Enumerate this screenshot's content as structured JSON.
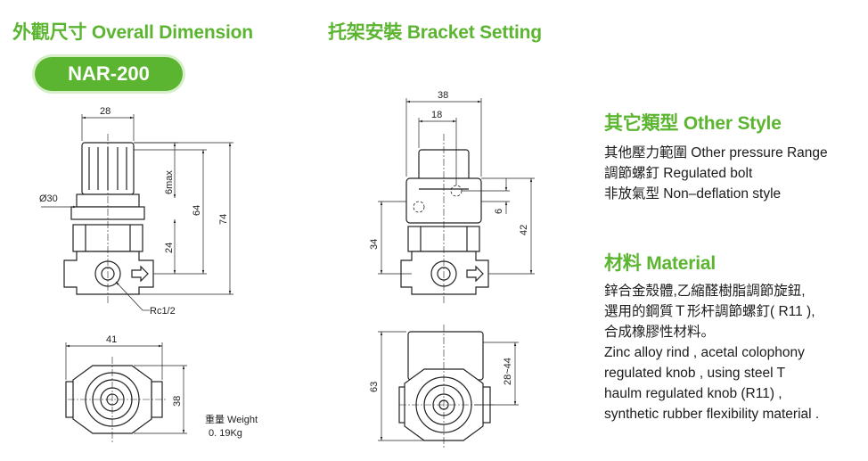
{
  "headings": {
    "overall_dimension": "外觀尺寸 Overall Dimension",
    "bracket_setting": "托架安裝 Bracket Setting",
    "other_style": "其它類型 Other Style",
    "material": "材料 Material"
  },
  "model": "NAR-200",
  "other_style_items": [
    "其他壓力範圍 Other pressure Range",
    "調節螺釘 Regulated bolt",
    "非放氣型 Non–deflation style"
  ],
  "material_lines": [
    "鋅合金殼體,乙縮醛樹脂調節旋鈕,",
    "選用的鋼質Ｔ形杆調節螺釘( R11 ),",
    "合成橡膠性材料。",
    "Zinc alloy rind , acetal colophony",
    "regulated knob , using steel T",
    "haulm regulated knob (R11) ,",
    "synthetic rubber flexibility material ."
  ],
  "front_view_dims": {
    "knob_width": "28",
    "diameter": "Ø30",
    "knob_travel": "6max",
    "height_to_top": "64",
    "overall_height": "74",
    "port_height": "24",
    "port_thread": "Rc1/2"
  },
  "top_view_dims": {
    "width": "41",
    "depth": "38",
    "weight_label": "重量 Weight",
    "weight_value": "0. 19Kg"
  },
  "bracket_front_dims": {
    "bracket_width": "38",
    "inner_width": "18",
    "hole_offset": "6",
    "mount_height": "42",
    "port_height": "34"
  },
  "bracket_top_dims": {
    "overall_depth": "63",
    "slot_range": "28~44"
  }
}
